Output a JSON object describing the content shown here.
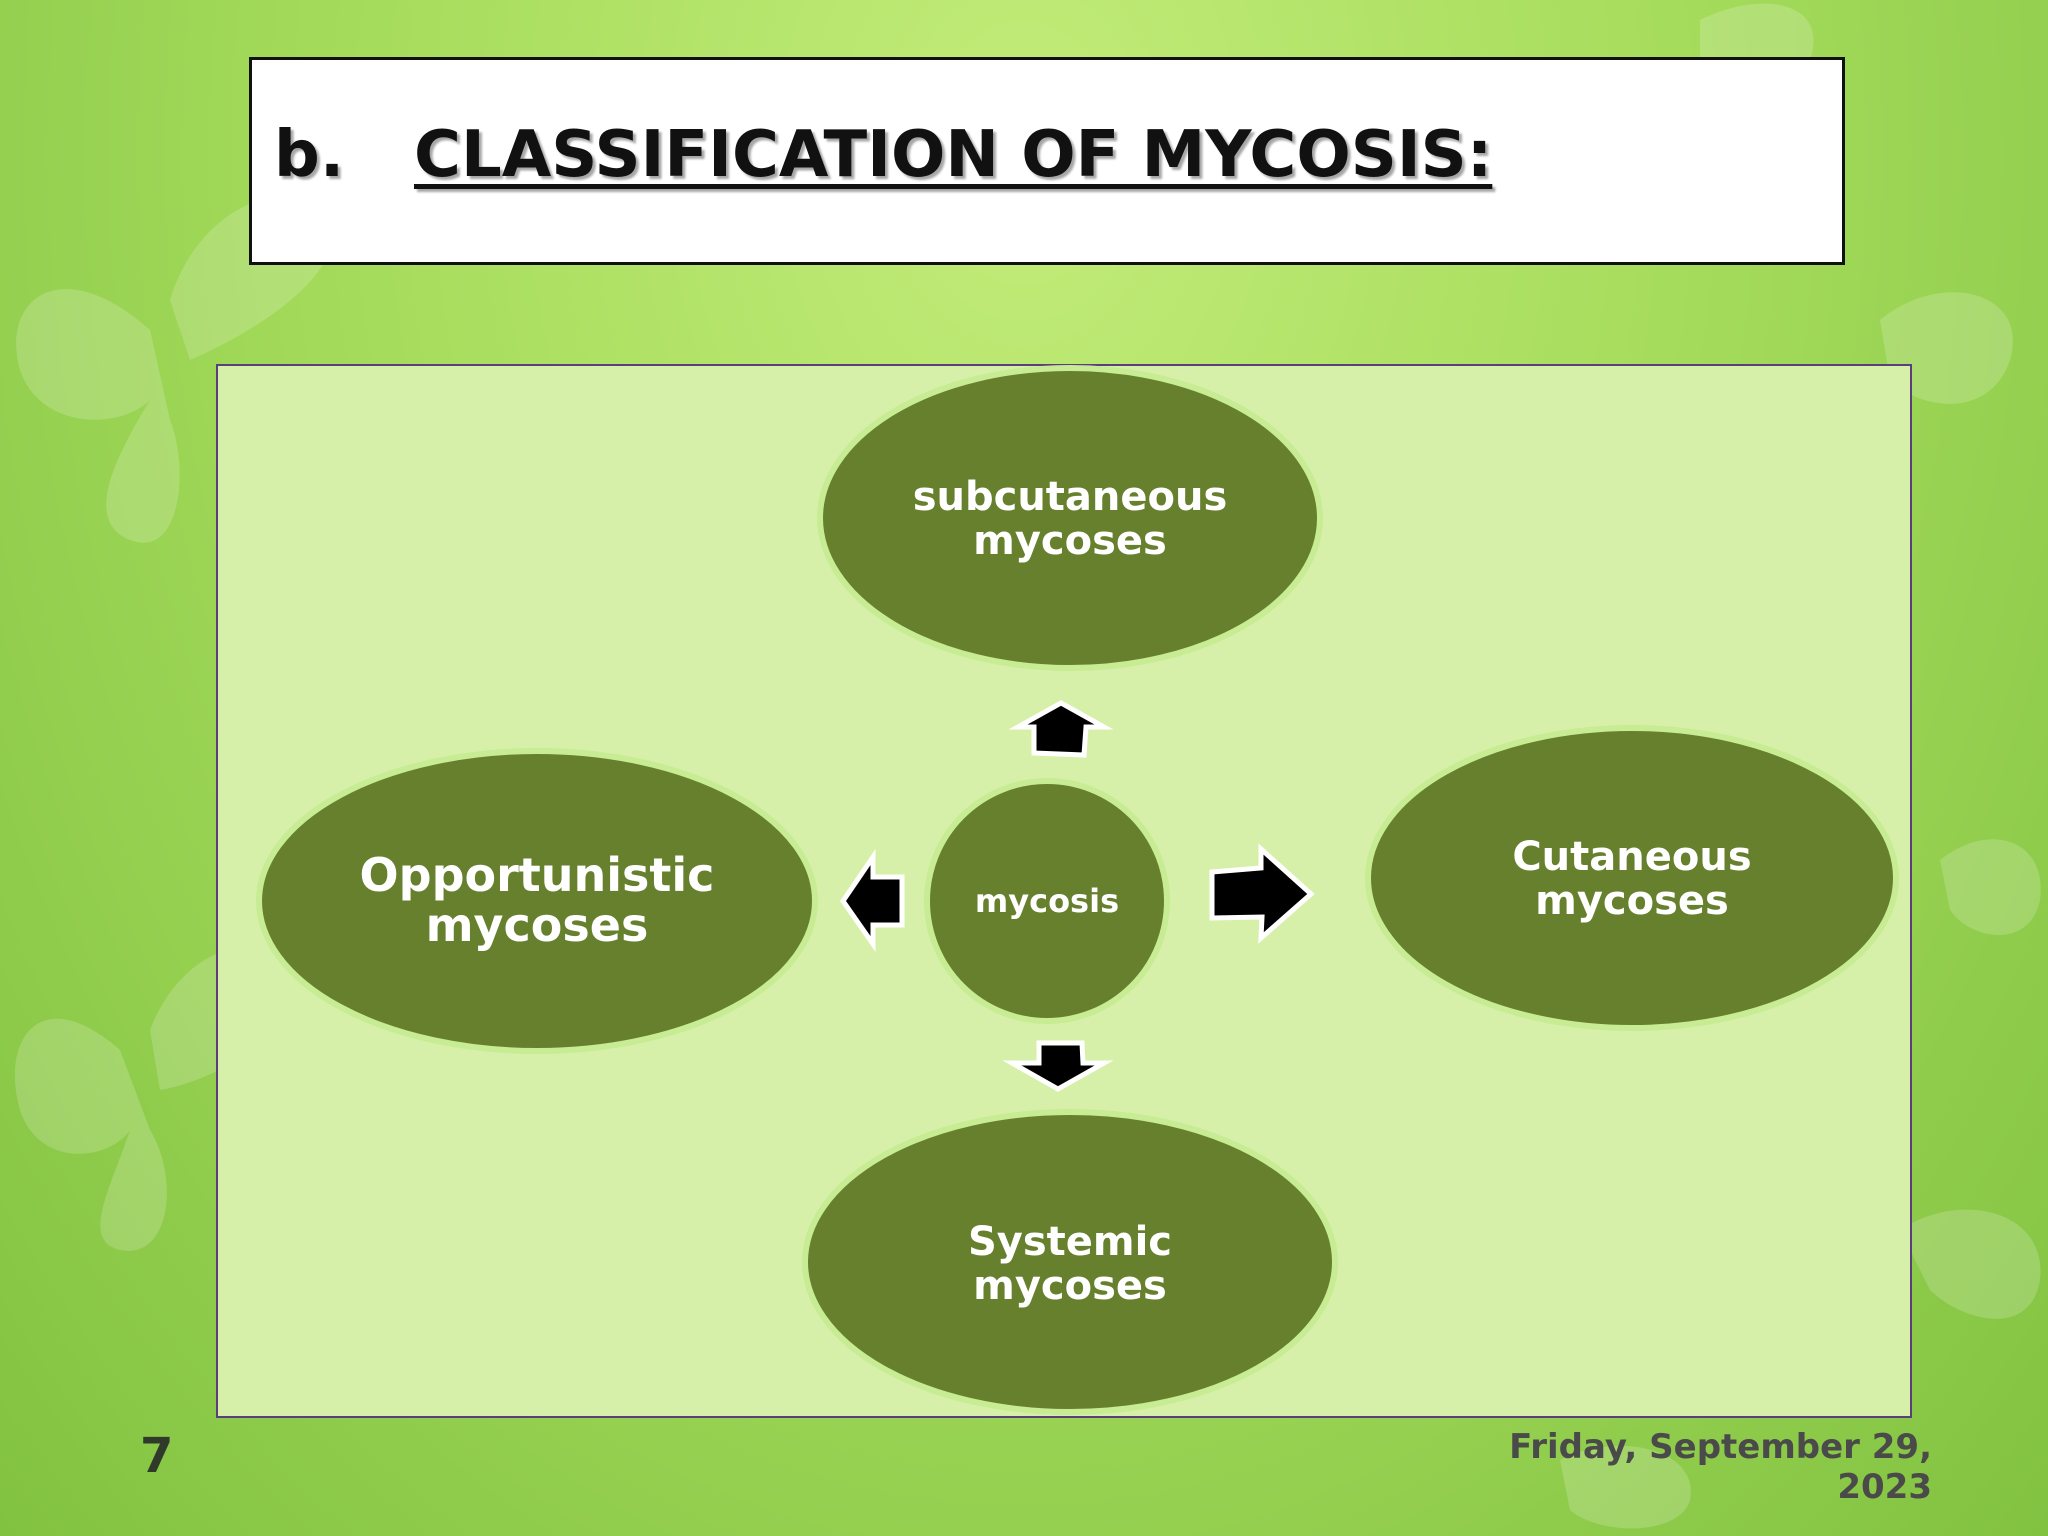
{
  "title": {
    "letter": "b.",
    "text": "CLASSIFICATION OF MYCOSIS:"
  },
  "diagram": {
    "center": "mycosis",
    "nodes": {
      "top": [
        "subcutaneous",
        "mycoses"
      ],
      "right": [
        "Cutaneous",
        "mycoses"
      ],
      "bottom": [
        "Systemic",
        "mycoses"
      ],
      "left": [
        "Opportunistic",
        "mycoses"
      ]
    }
  },
  "footer": {
    "slide_number": "7",
    "date_line1": "Friday, September 29,",
    "date_line2": "2023"
  },
  "colors": {
    "node_fill": "#67802d",
    "node_stroke": "#c7ec93",
    "panel_fill": "#d7f0a9",
    "arrow_fill": "#000000"
  }
}
